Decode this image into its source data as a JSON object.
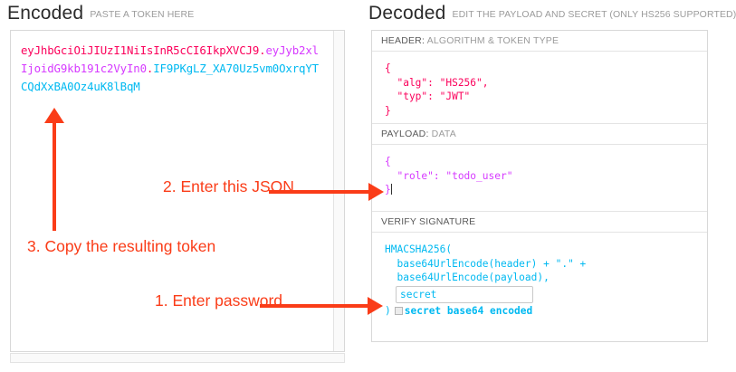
{
  "encoded": {
    "title": "Encoded",
    "subtitle": "PASTE A TOKEN HERE",
    "token": {
      "header": "eyJhbGciOiJIUzI1NiIsInR5cCI6IkpXVCJ9",
      "payload": "eyJyb2xlIjoidG9kb191c2VyIn0",
      "signature": "IF9PKgLZ_XA70Uz5vm0OxrqYTCQdXxBA0Oz4uK8lBqM",
      "separator": ".",
      "colors": {
        "header": "#fb015b",
        "payload": "#d63aff",
        "signature": "#00b9f1"
      }
    }
  },
  "decoded": {
    "title": "Decoded",
    "subtitle": "EDIT THE PAYLOAD AND SECRET (ONLY HS256 SUPPORTED)",
    "sections": {
      "header": {
        "label_strong": "HEADER:",
        "label_rest": " ALGORITHM & TOKEN TYPE",
        "code": "{\n  \"alg\": \"HS256\",\n  \"typ\": \"JWT\"\n}"
      },
      "payload": {
        "label_strong": "PAYLOAD:",
        "label_rest": " DATA",
        "code": "{\n  \"role\": \"todo_user\"\n}"
      },
      "signature": {
        "label_strong": "VERIFY SIGNATURE",
        "label_rest": "",
        "line1": "HMACSHA256(",
        "line2": "  base64UrlEncode(header) + \".\" +",
        "line3": "  base64UrlEncode(payload),",
        "secret_value": "secret",
        "secret_placeholder": "secret",
        "closing_paren": ")",
        "base64_label": "secret base64 encoded",
        "base64_checked": false
      }
    }
  },
  "annotations": {
    "color": "#fa3c18",
    "step1": "1. Enter password",
    "step2": "2. Enter this JSON",
    "step3": "3. Copy the resulting token"
  }
}
